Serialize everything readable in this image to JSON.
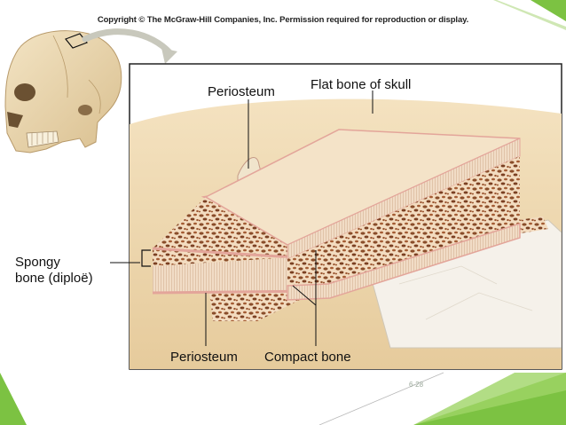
{
  "copyright": "Copyright © The McGraw-Hill Companies, Inc. Permission required for reproduction or display.",
  "labels": {
    "periosteum_top": "Periosteum",
    "flat_bone": "Flat bone of skull",
    "spongy_line1": "Spongy",
    "spongy_line2": "bone (diploë)",
    "periosteum_bottom": "Periosteum",
    "compact_bone": "Compact bone"
  },
  "slide_number": "6-28",
  "colors": {
    "accent_green": "#7cc242",
    "frame": "#222222",
    "bone_surface": "#eed9b0",
    "periosteum_pink": "#e3a59a"
  }
}
